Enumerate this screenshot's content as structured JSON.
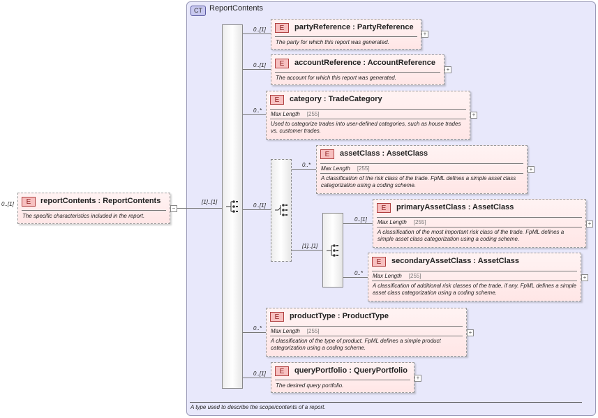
{
  "root_element": {
    "badge": "E",
    "name": "reportContents : ReportContents",
    "doc": "The specific characteristics included in the report.",
    "cardinality": "0..[1]",
    "collapse": "−"
  },
  "complex_type": {
    "badge": "CT",
    "title": "ReportContents",
    "doc": "A type used to describe the scope/contents of a report."
  },
  "sequence": {
    "cardinality": "[1]..[1]"
  },
  "choice": {
    "cardinality": "0..[1]"
  },
  "sub_sequence": {
    "cardinality": "[1]..[1]"
  },
  "facet_label": "Max Length",
  "expand_symbol": "+",
  "elements": [
    {
      "id": "partyReference",
      "badge": "E",
      "name": "partyReference : PartyReference",
      "cardinality": "0..[1]",
      "doc": "The party for which this report was generated.",
      "max_length": ""
    },
    {
      "id": "accountReference",
      "badge": "E",
      "name": "accountReference : AccountReference",
      "cardinality": "0..[1]",
      "doc": "The account for which this report was generated.",
      "max_length": ""
    },
    {
      "id": "category",
      "badge": "E",
      "name": "category : TradeCategory",
      "cardinality": "0..*",
      "doc": "Used to categorize trades into user-defined categories, such as house trades vs. customer trades.",
      "max_length": "[255]"
    },
    {
      "id": "assetClass",
      "badge": "E",
      "name": "assetClass : AssetClass",
      "cardinality": "0..*",
      "doc": "A classification of the risk class of the trade. FpML defines a simple asset class categorization using a coding scheme.",
      "max_length": "[255]"
    },
    {
      "id": "primaryAssetClass",
      "badge": "E",
      "name": "primaryAssetClass : AssetClass",
      "cardinality": "0..[1]",
      "doc": "A classification of the most important risk class of the trade. FpML defines a simple asset class categorization using a coding scheme.",
      "max_length": "[255]"
    },
    {
      "id": "secondaryAssetClass",
      "badge": "E",
      "name": "secondaryAssetClass : AssetClass",
      "cardinality": "0..*",
      "doc": "A classification of additional risk classes of the trade, if any. FpML defines a simple asset class categorization using a coding scheme.",
      "max_length": "[255]"
    },
    {
      "id": "productType",
      "badge": "E",
      "name": "productType : ProductType",
      "cardinality": "0..*",
      "doc": "A classification of the type of product. FpML defines a simple product categorization using a coding scheme.",
      "max_length": "[255]"
    },
    {
      "id": "queryPortfolio",
      "badge": "E",
      "name": "queryPortfolio : QueryPortfolio",
      "cardinality": "0..[1]",
      "doc": "The desired query portfolio.",
      "max_length": ""
    }
  ]
}
